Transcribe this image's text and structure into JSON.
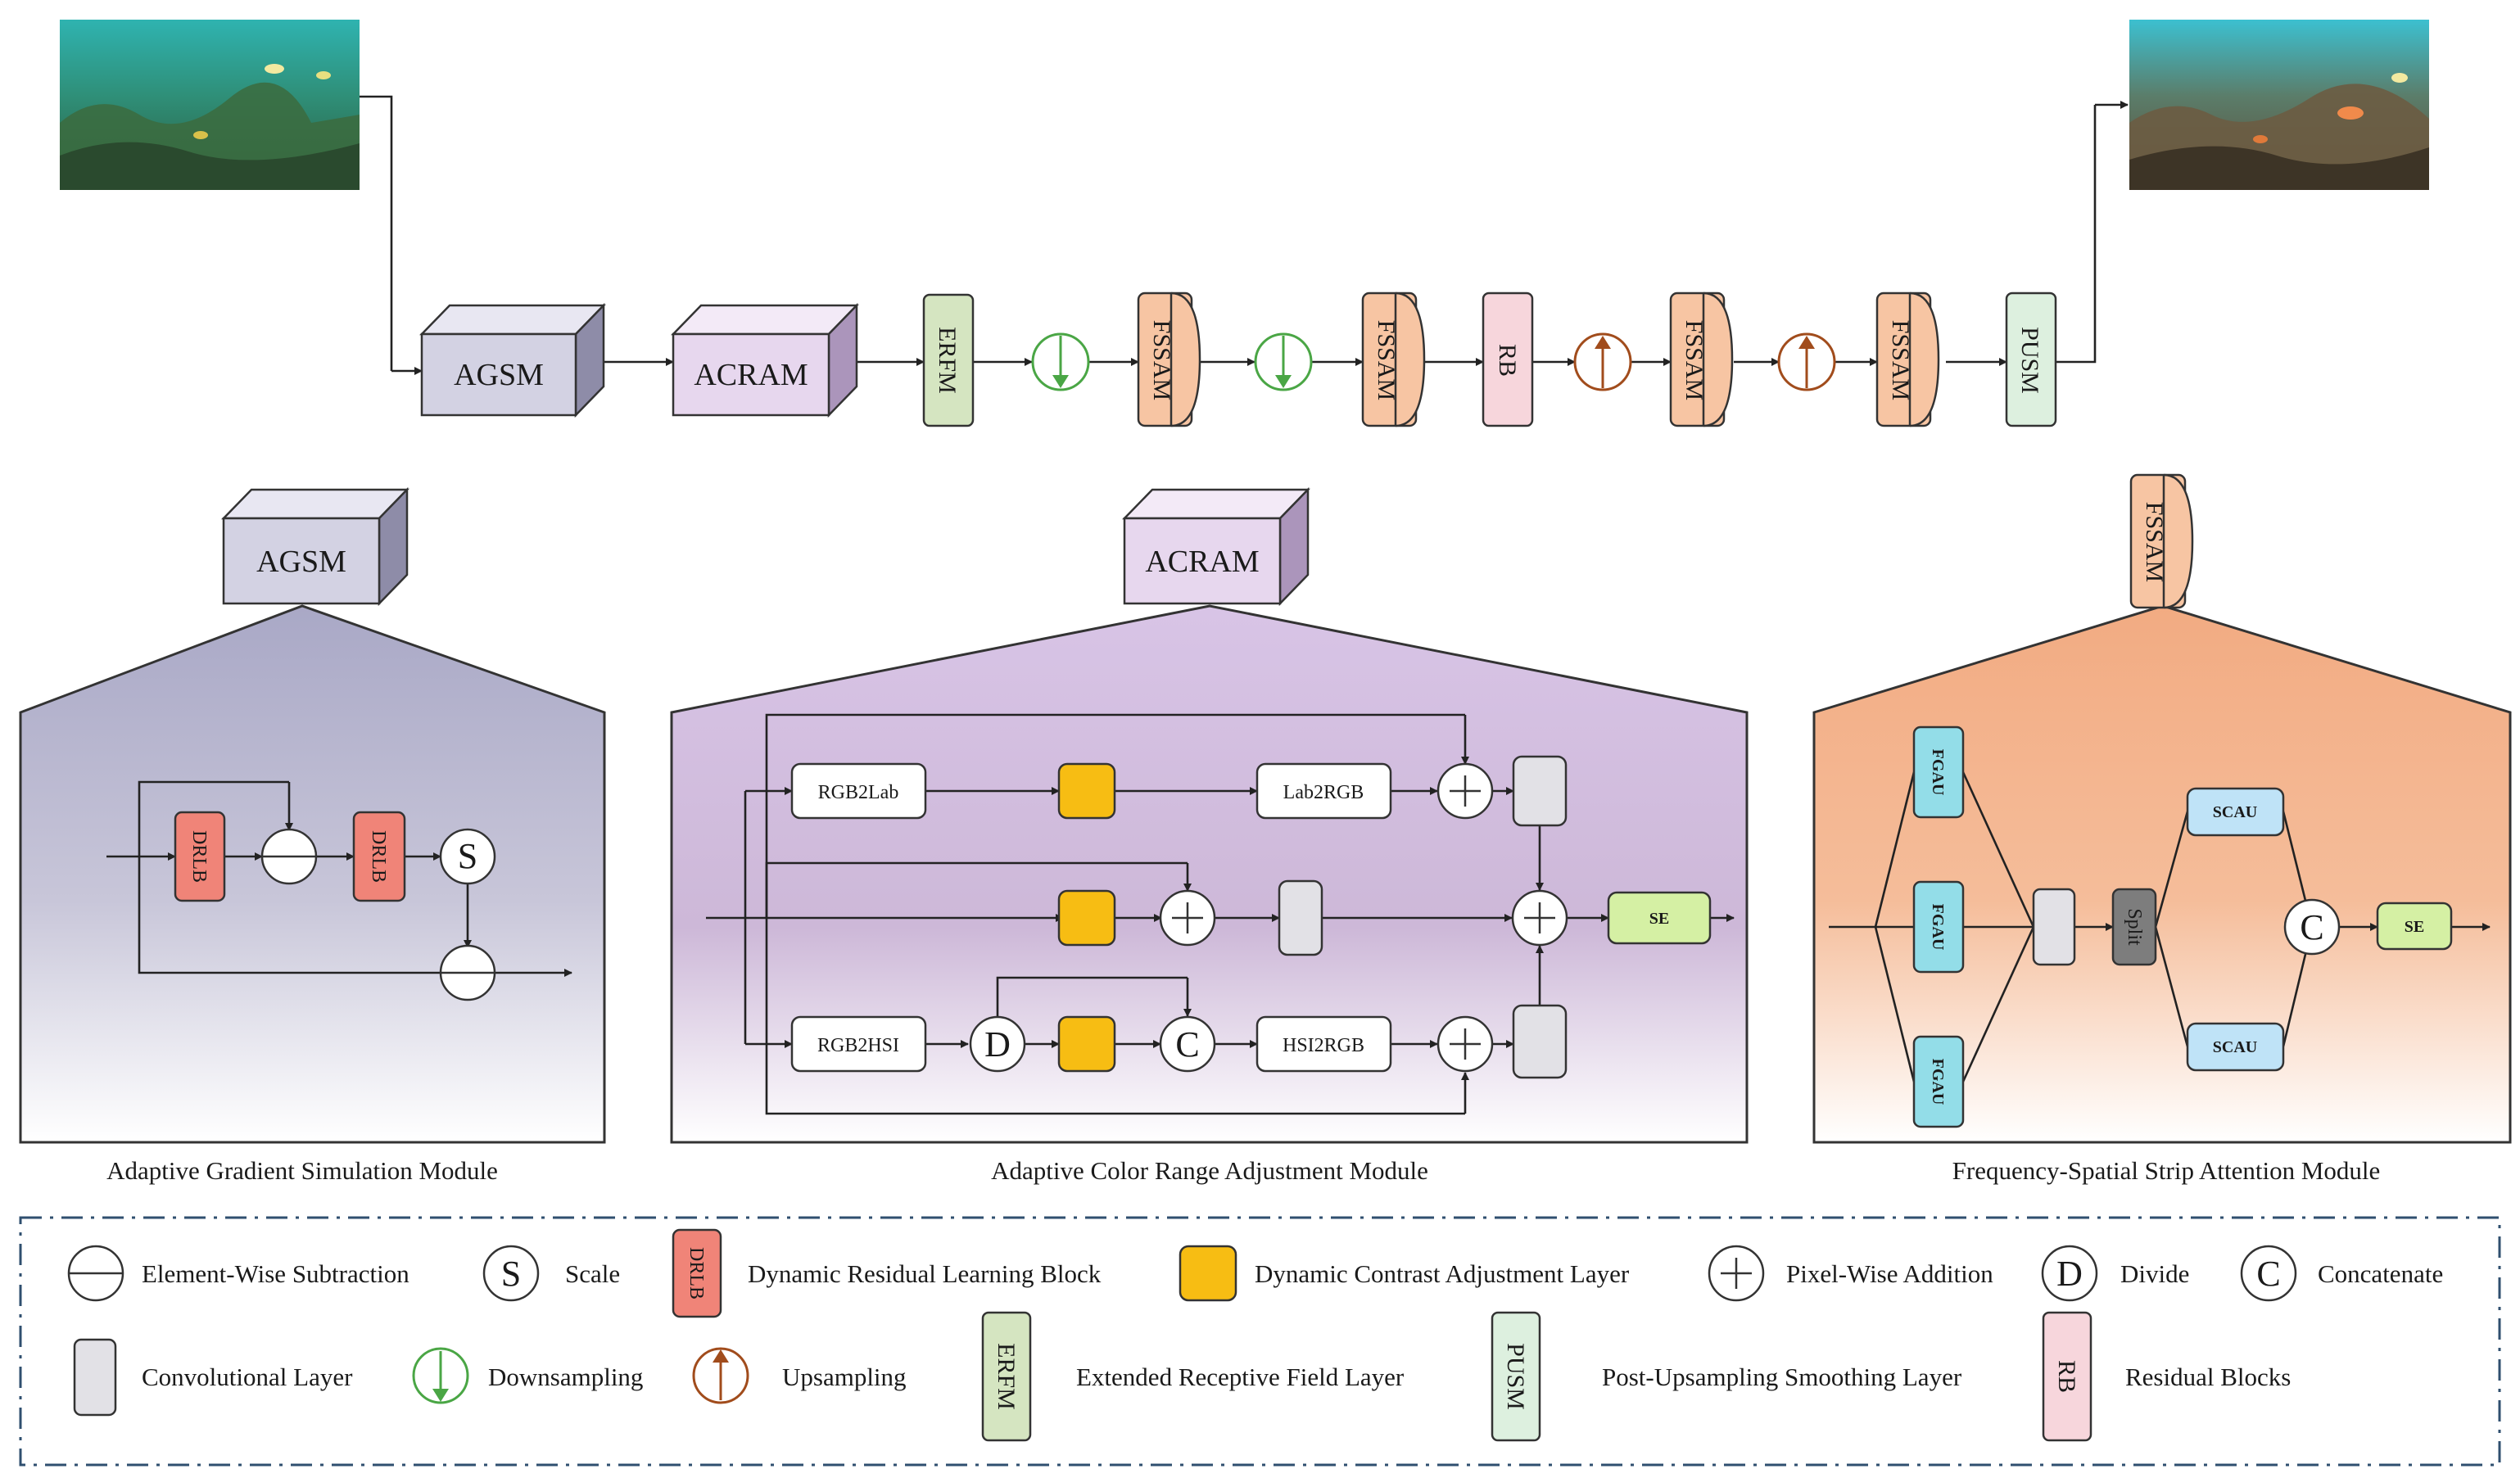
{
  "pipeline": {
    "blocks": [
      "AGSM",
      "ACRAM",
      "ERFM",
      "FSSAM",
      "FSSAM",
      "RB",
      "FSSAM",
      "FSSAM",
      "PUSM"
    ]
  },
  "modules": {
    "agsm": {
      "header": "AGSM",
      "caption": "Adaptive Gradient Simulation Module",
      "drlb": "DRLB",
      "scale": "S"
    },
    "acram": {
      "header": "ACRAM",
      "caption": "Adaptive Color Range Adjustment Module",
      "rgb2lab": "RGB2Lab",
      "lab2rgb": "Lab2RGB",
      "rgb2hsi": "RGB2HSI",
      "hsi2rgb": "HSI2RGB",
      "divide": "D",
      "concat": "C",
      "se": "SE"
    },
    "fssam": {
      "header": "FSSAM",
      "caption": "Frequency-Spatial Strip Attention Module",
      "fgau": "FGAU",
      "scau": "SCAU",
      "split": "Split",
      "concat": "C",
      "se": "SE"
    }
  },
  "legend": [
    {
      "icon": "subtract",
      "label": "Element-Wise Subtraction"
    },
    {
      "icon": "scale",
      "symbol": "S",
      "label": "Scale"
    },
    {
      "icon": "drlb",
      "symbol": "DRLB",
      "label": "Dynamic Residual Learning Block"
    },
    {
      "icon": "dcal",
      "label": "Dynamic Contrast Adjustment Layer"
    },
    {
      "icon": "add",
      "label": "Pixel-Wise Addition"
    },
    {
      "icon": "divide",
      "symbol": "D",
      "label": "Divide"
    },
    {
      "icon": "concat",
      "symbol": "C",
      "label": "Concatenate"
    },
    {
      "icon": "conv",
      "label": "Convolutional Layer"
    },
    {
      "icon": "down",
      "label": "Downsampling"
    },
    {
      "icon": "up",
      "label": "Upsampling"
    },
    {
      "icon": "erfm",
      "symbol": "ERFM",
      "label": "Extended Receptive Field Layer"
    },
    {
      "icon": "pusm",
      "symbol": "PUSM",
      "label": "Post-Upsampling Smoothing Layer"
    },
    {
      "icon": "rb",
      "symbol": "RB",
      "label": "Residual Blocks"
    }
  ],
  "colors": {
    "agsm": "#d3d2e3",
    "acram": "#e7d7ee",
    "erfm": "#d5e5c1",
    "fssam": "#f7c5a3",
    "rb": "#f7d6dc",
    "pusm": "#ddf0df",
    "drlb": "#f08478",
    "dcal": "#f7bd13",
    "fgau": "#93dde8",
    "scau": "#bfe3f7",
    "se": "#d5f0a4",
    "conv": "#e2e1e6",
    "down": "#4aa645",
    "up": "#a14c1c",
    "split": "#7d7d7d"
  }
}
